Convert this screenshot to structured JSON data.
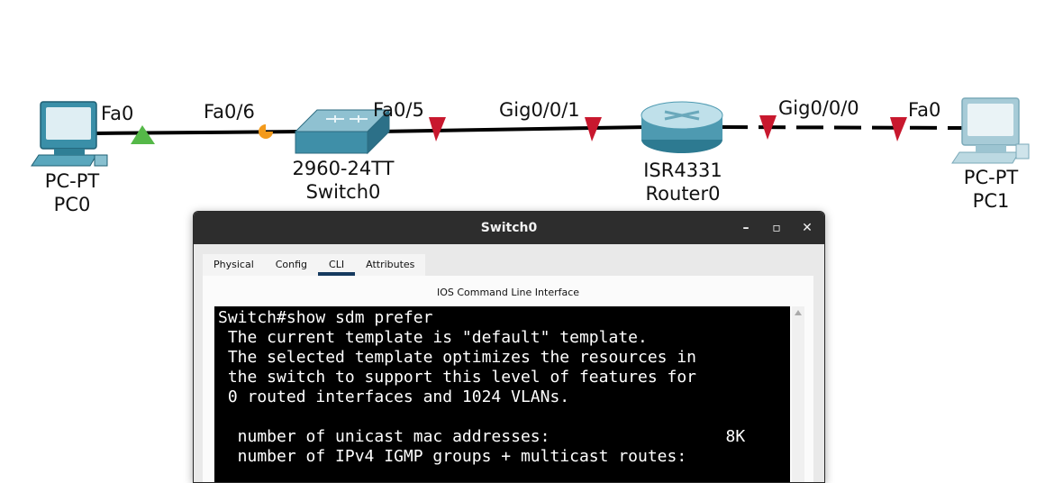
{
  "topology": {
    "devices": [
      {
        "model": "PC-PT",
        "name": "PC0"
      },
      {
        "model": "2960-24TT",
        "name": "Switch0"
      },
      {
        "model": "ISR4331",
        "name": "Router0"
      },
      {
        "model": "PC-PT",
        "name": "PC1"
      }
    ],
    "ports": {
      "pc0_fa0": "Fa0",
      "sw_fa0_6": "Fa0/6",
      "sw_fa0_5": "Fa0/5",
      "r0_gig0_0_1": "Gig0/0/1",
      "r0_gig0_0_0": "Gig0/0/0",
      "pc1_fa0": "Fa0"
    },
    "colors": {
      "link_up": "#55b848",
      "link_orange": "#f39a1c",
      "link_down": "#c8182e"
    }
  },
  "window": {
    "title": "Switch0",
    "controls": {
      "minimize": "–",
      "maximize": "▫",
      "close": "✕"
    },
    "tabs": [
      "Physical",
      "Config",
      "CLI",
      "Attributes"
    ],
    "active_tab": "CLI",
    "panel_title": "IOS Command Line Interface",
    "terminal_lines": [
      "Switch#show sdm prefer",
      " The current template is \"default\" template.",
      " The selected template optimizes the resources in",
      " the switch to support this level of features for",
      " 0 routed interfaces and 1024 VLANs.",
      "",
      "  number of unicast mac addresses:                  8K",
      "  number of IPv4 IGMP groups + multicast routes:"
    ]
  }
}
